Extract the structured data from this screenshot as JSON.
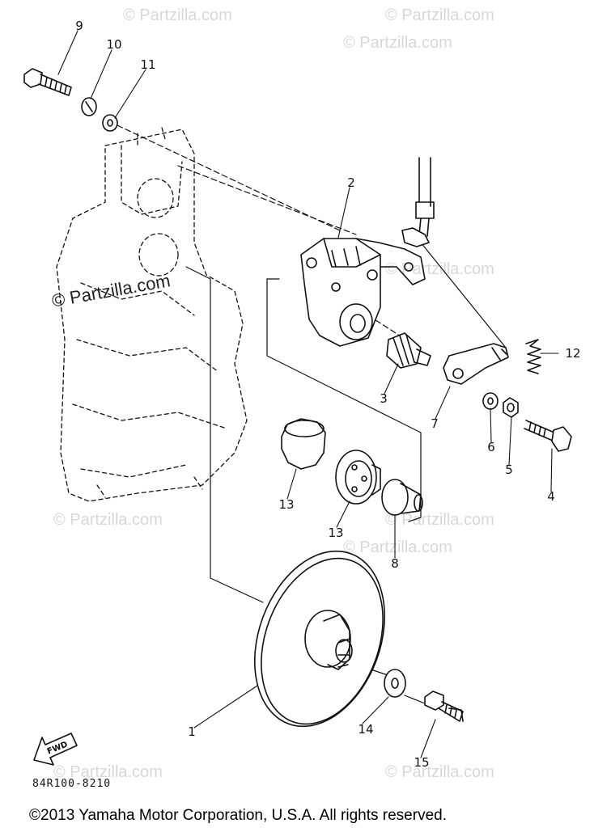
{
  "watermarks": {
    "main": "© Partzilla.com",
    "faint": "© Partzilla.com"
  },
  "callouts": [
    {
      "id": "1",
      "label": "1"
    },
    {
      "id": "2",
      "label": "2"
    },
    {
      "id": "3",
      "label": "3"
    },
    {
      "id": "4",
      "label": "4"
    },
    {
      "id": "5",
      "label": "5"
    },
    {
      "id": "6",
      "label": "6"
    },
    {
      "id": "7",
      "label": "7"
    },
    {
      "id": "8",
      "label": "8"
    },
    {
      "id": "9",
      "label": "9"
    },
    {
      "id": "10",
      "label": "10"
    },
    {
      "id": "11",
      "label": "11"
    },
    {
      "id": "12",
      "label": "12"
    },
    {
      "id": "13a",
      "label": "13"
    },
    {
      "id": "13b",
      "label": "13"
    },
    {
      "id": "14",
      "label": "14"
    },
    {
      "id": "15",
      "label": "15"
    }
  ],
  "fwd_label": "FWD",
  "part_code": "84R100-8210",
  "copyright": "©2013 Yamaha Motor Corporation, U.S.A. All rights reserved."
}
